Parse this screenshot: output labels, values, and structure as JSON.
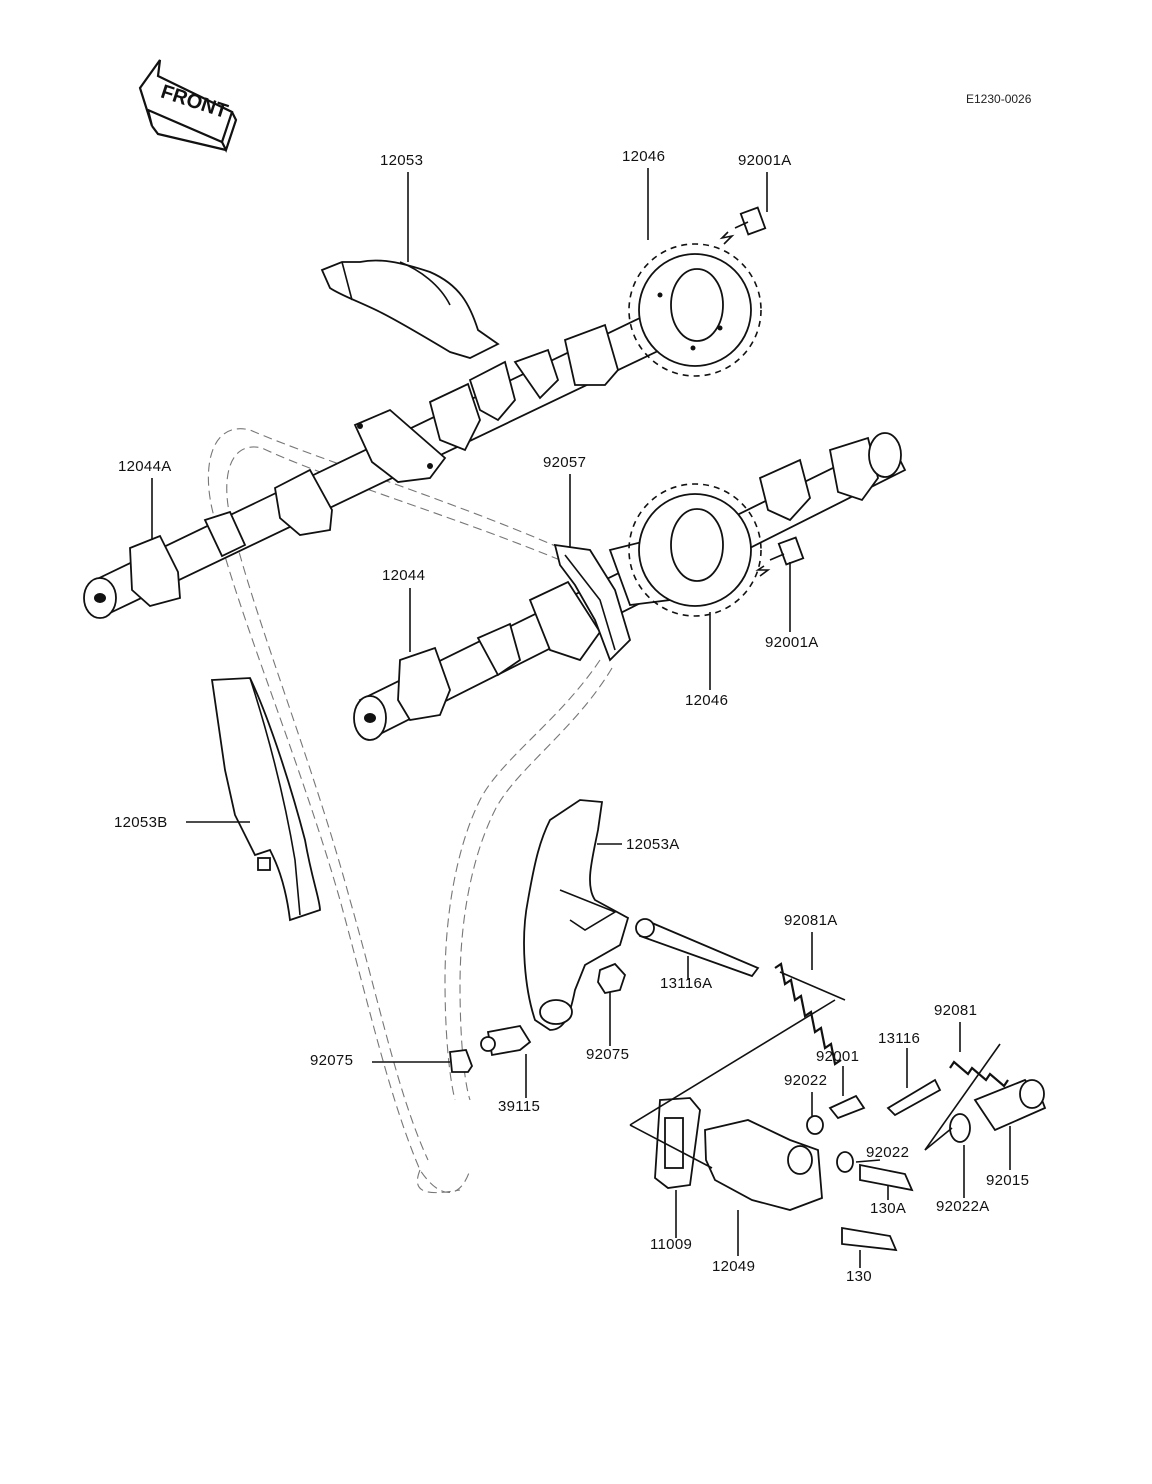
{
  "diagram_code": "E1230-0026",
  "front_label": "FRONT",
  "callouts": {
    "p12053": "12053",
    "p12046_top": "12046",
    "p92001A_top": "92001A",
    "p12044A": "12044A",
    "p92057": "92057",
    "p12044": "12044",
    "p92001A_mid": "92001A",
    "p12046_mid": "12046",
    "p12053B": "12053B",
    "p12053A": "12053A",
    "p92081A": "92081A",
    "p13116A": "13116A",
    "p92075_right": "92075",
    "p92075_left": "92075",
    "p39115": "39115",
    "p92081": "92081",
    "p13116": "13116",
    "p92001": "92001",
    "p92022_upper": "92022",
    "p92022_lower": "92022",
    "p92015": "92015",
    "p130A": "130A",
    "p92022A": "92022A",
    "p11009": "11009",
    "p12049": "12049",
    "p130": "130"
  },
  "icons": [
    "front-arrow-icon"
  ]
}
